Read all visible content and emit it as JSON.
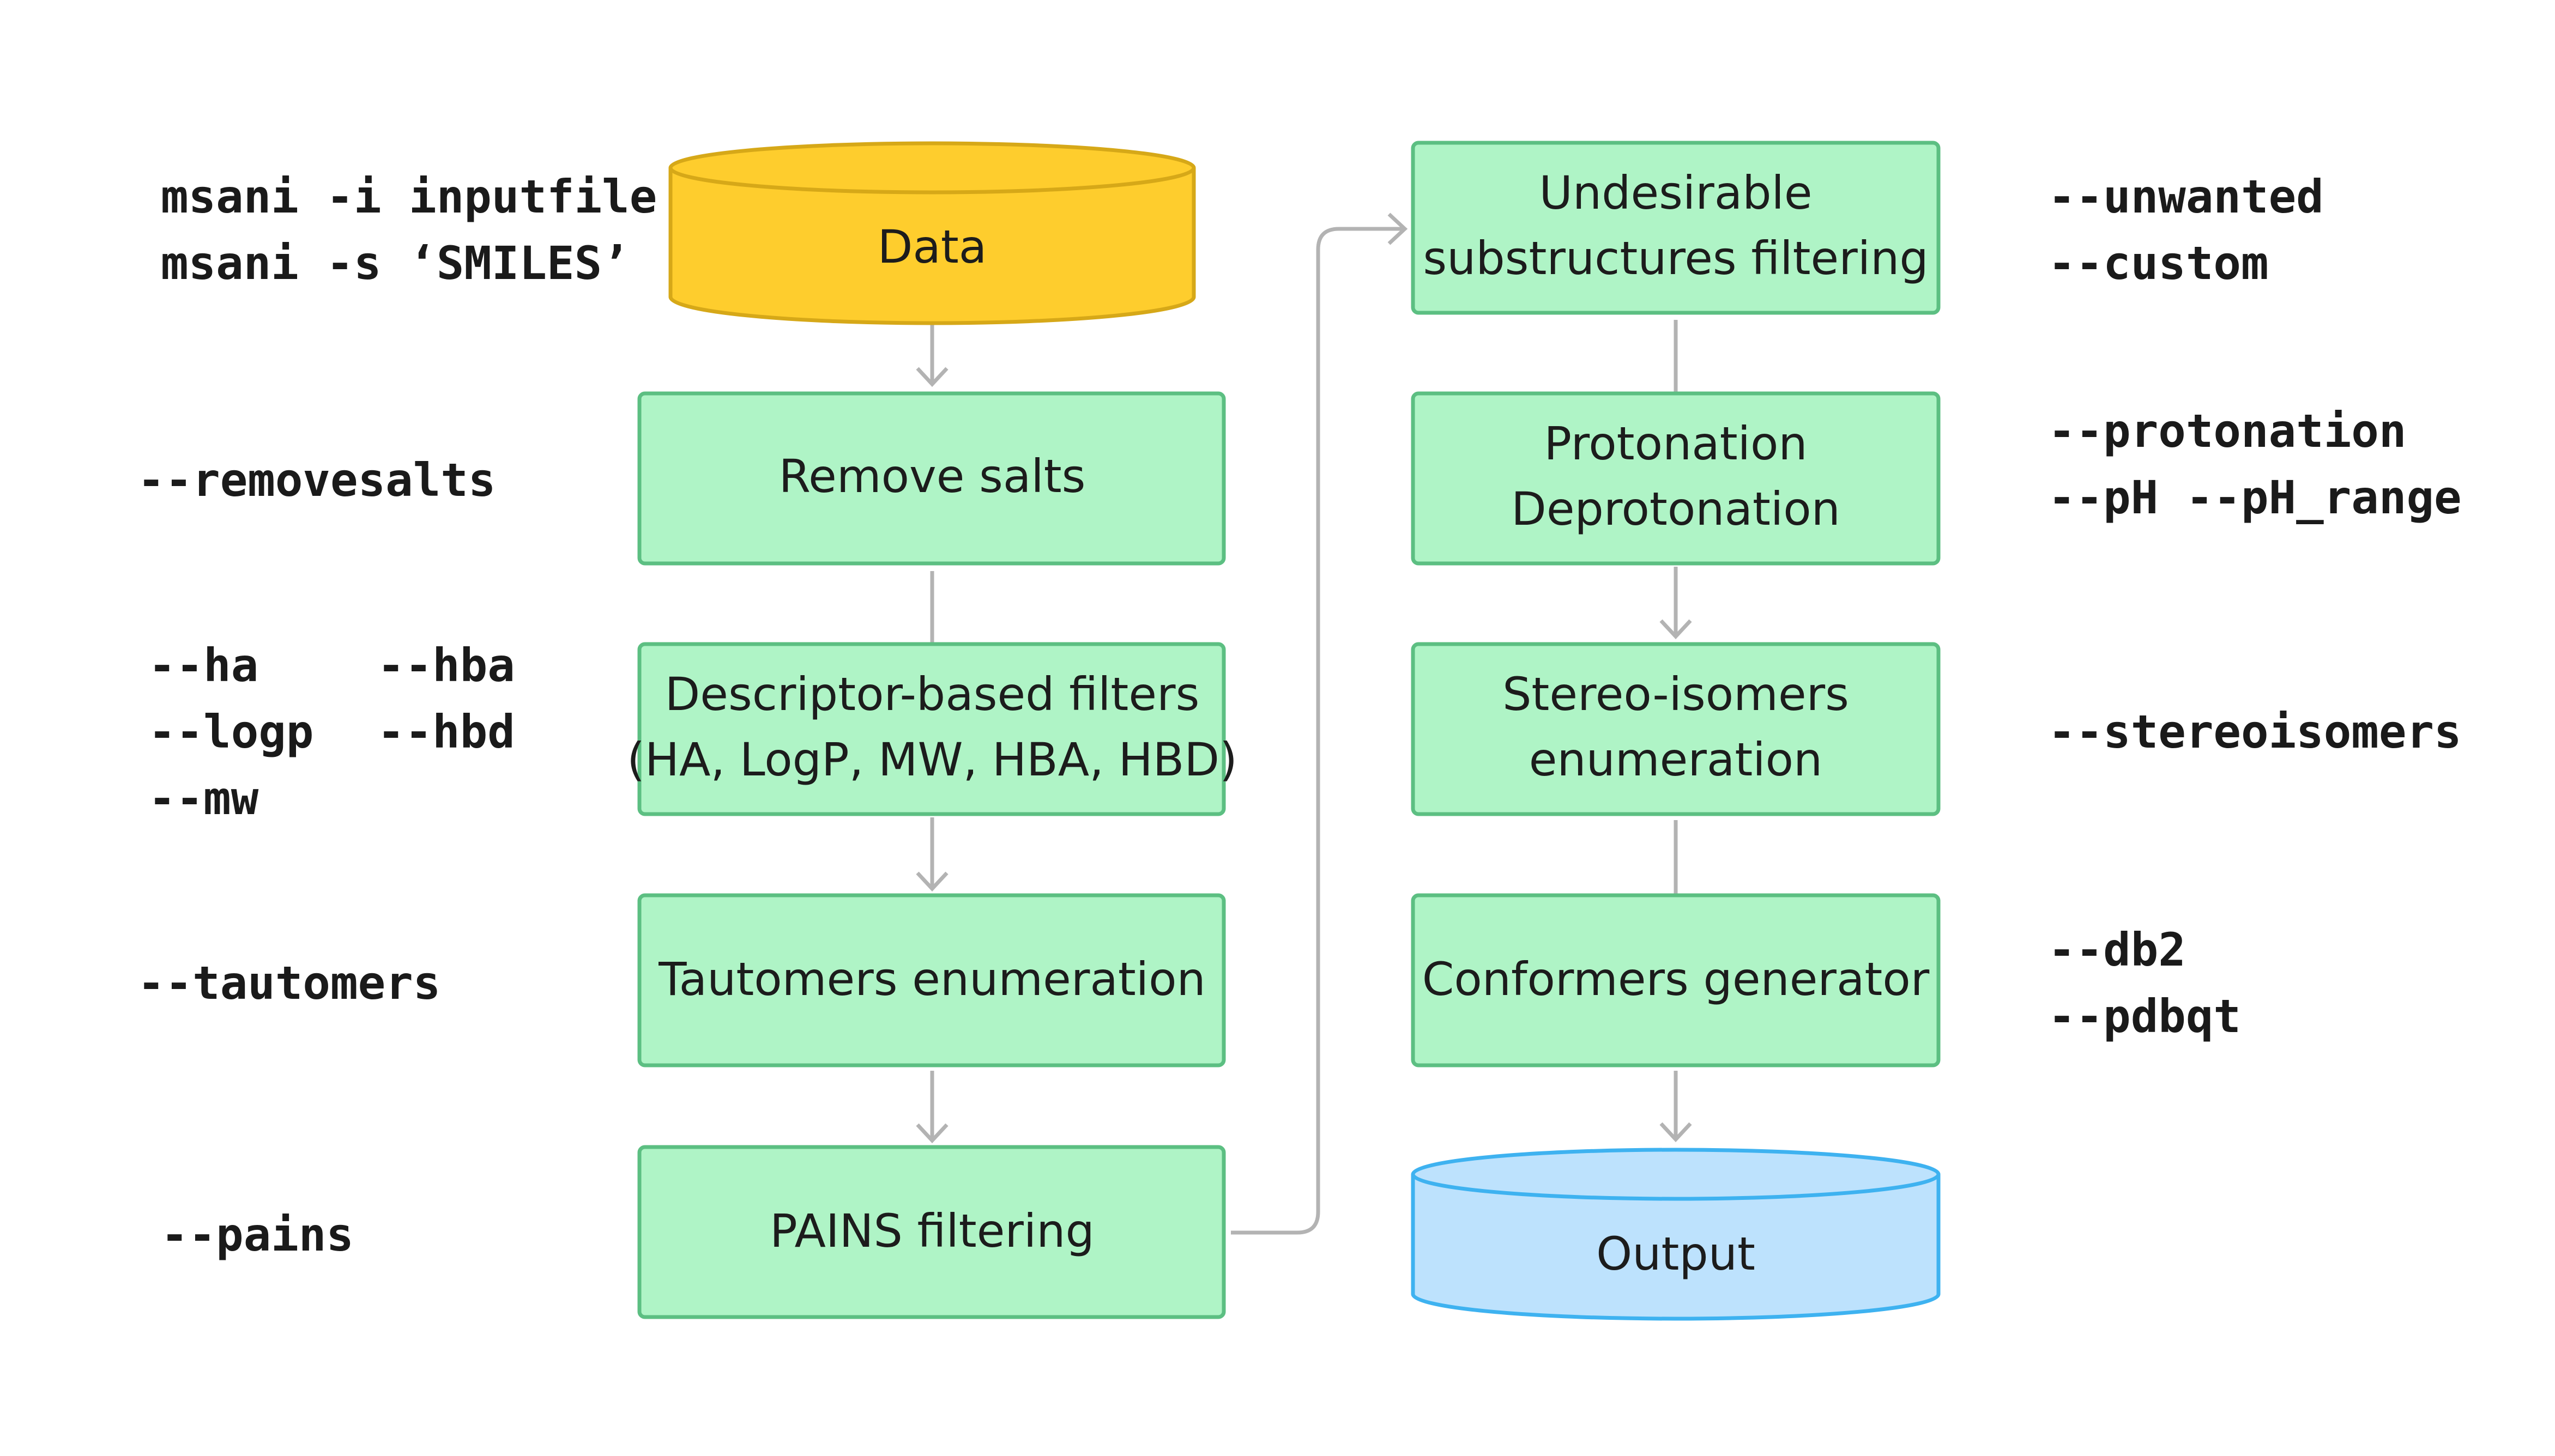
{
  "input_db": {
    "label": "Data",
    "color": "#fecd2d",
    "stroke": "#d6a818"
  },
  "output_db": {
    "label": "Output",
    "color": "#bde2fd",
    "stroke": "#3eb2f0"
  },
  "step_color": "#aff4c6",
  "steps_left": [
    {
      "line1": "Remove salts",
      "line2": ""
    },
    {
      "line1": "Descriptor-based filters",
      "line2": "(HA, LogP, MW, HBA, HBD)"
    },
    {
      "line1": "Tautomers enumeration",
      "line2": ""
    },
    {
      "line1": "PAINS filtering",
      "line2": ""
    }
  ],
  "steps_right": [
    {
      "line1": "Undesirable",
      "line2": "substructures filtering"
    },
    {
      "line1": "Protonation",
      "line2": "Deprotonation"
    },
    {
      "line1": "Stereo-isomers",
      "line2": "enumeration"
    },
    {
      "line1": "Conformers generator",
      "line2": ""
    }
  ],
  "flags_left": {
    "cmd": [
      "msani -i inputfile",
      "msani -s ‘SMILES’"
    ],
    "removesalts": "--removesalts",
    "descriptors": [
      "--ha",
      "--hba",
      "--logp",
      "--hbd",
      "--mw"
    ],
    "tautomers": "--tautomers",
    "pains": "--pains"
  },
  "flags_right": {
    "unwanted": [
      "--unwanted",
      "--custom"
    ],
    "protonation": [
      "--protonation",
      "--pH --pH_range"
    ],
    "stereo": "--stereoisomers",
    "conformers": [
      "--db2",
      "--pdbqt"
    ]
  }
}
